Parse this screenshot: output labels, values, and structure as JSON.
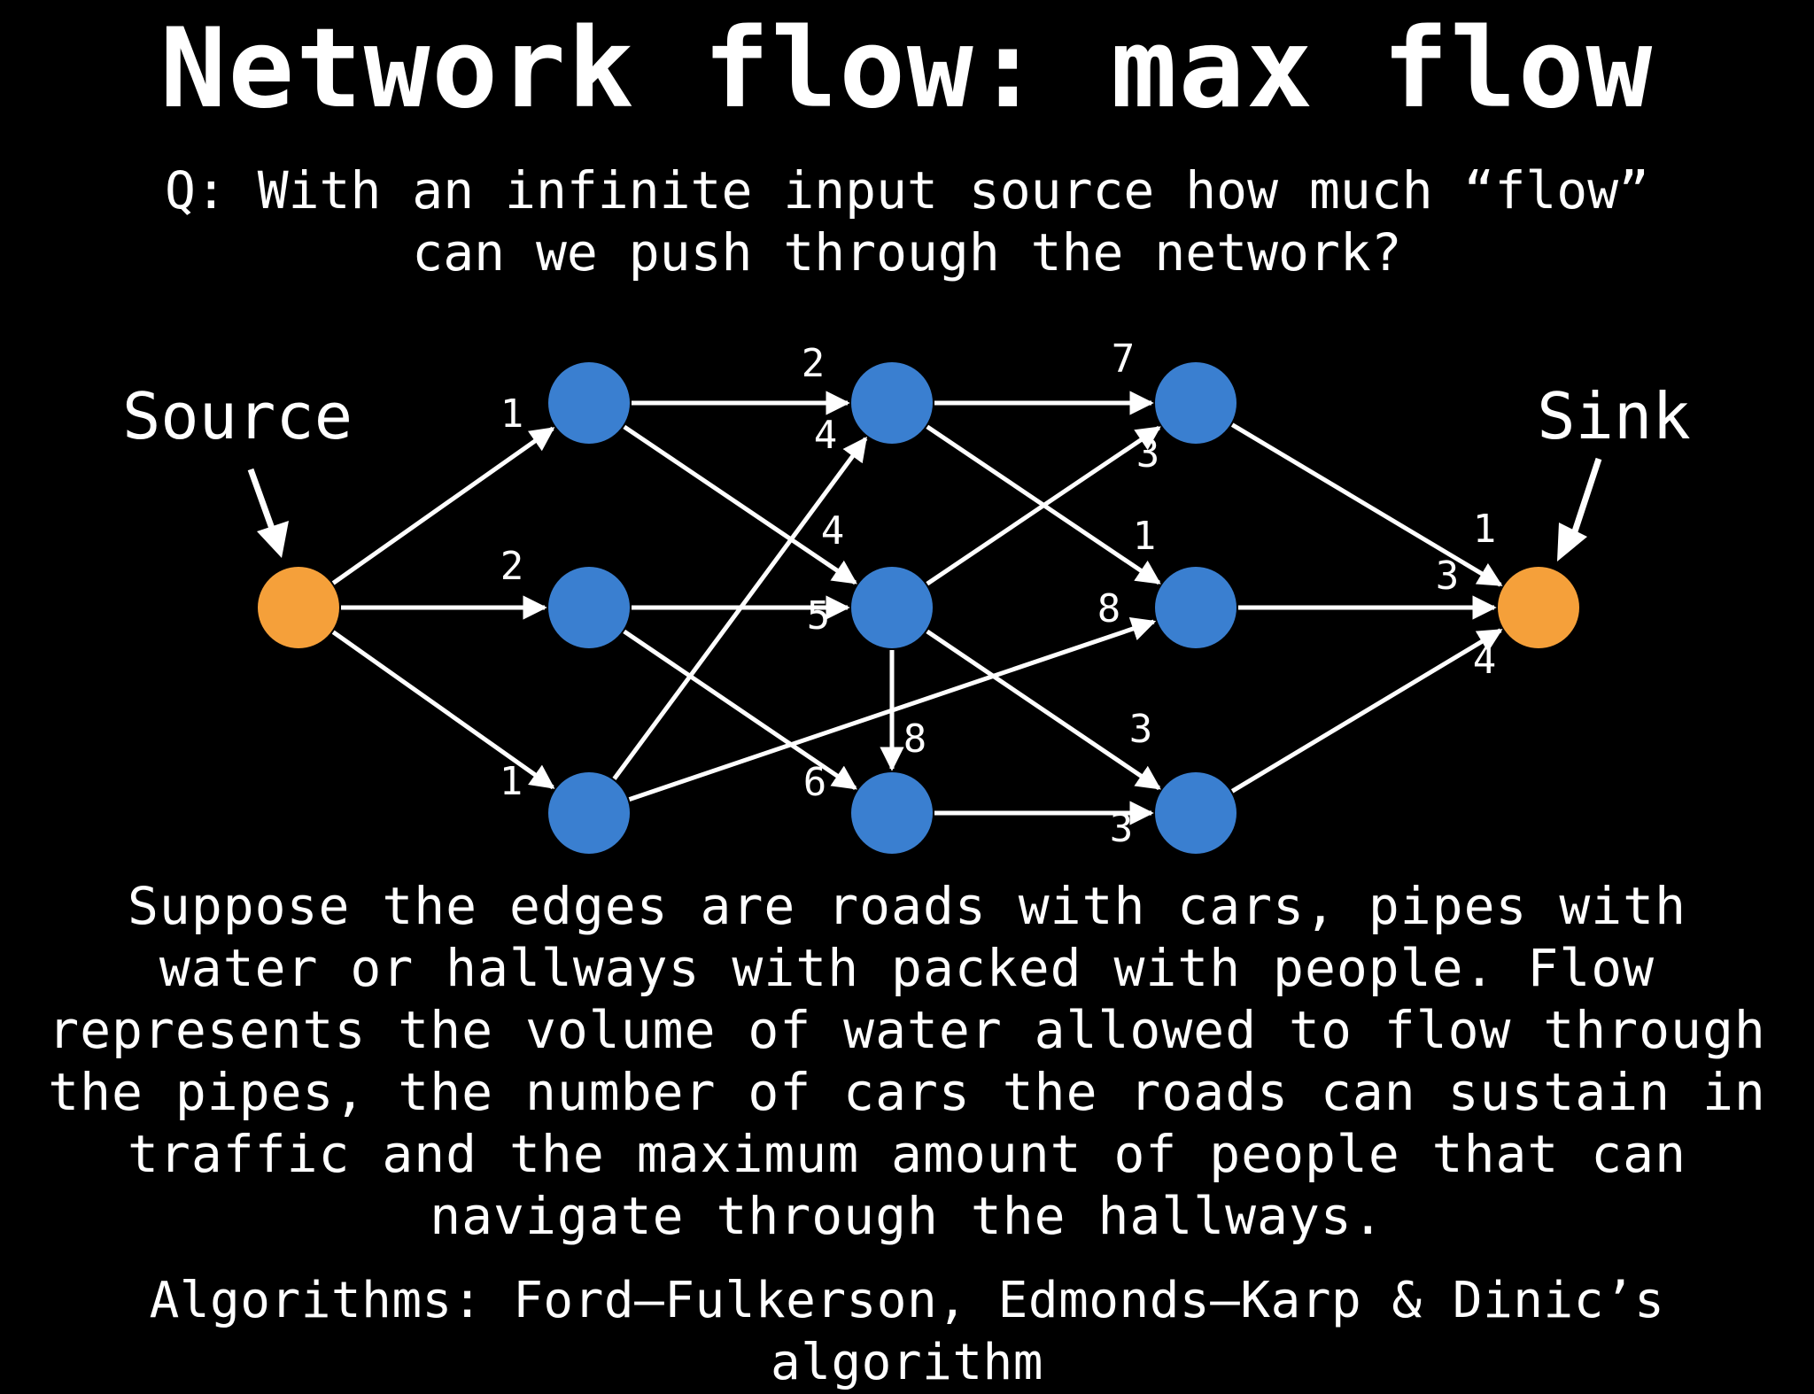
{
  "title": "Network flow: max flow",
  "question": "Q: With an infinite input source how much “flow”\ncan we push through the network?",
  "labels": {
    "source": "Source",
    "sink": "Sink"
  },
  "colors": {
    "background": "#000000",
    "terminal_node": "#F5A03A",
    "inner_node": "#3A7FD0",
    "edge": "#FFFFFF",
    "text": "#FFFFFF"
  },
  "nodes": [
    {
      "id": "s",
      "kind": "source"
    },
    {
      "id": "a1",
      "kind": "inner"
    },
    {
      "id": "a2",
      "kind": "inner"
    },
    {
      "id": "a3",
      "kind": "inner"
    },
    {
      "id": "b1",
      "kind": "inner"
    },
    {
      "id": "b2",
      "kind": "inner"
    },
    {
      "id": "b3",
      "kind": "inner"
    },
    {
      "id": "c1",
      "kind": "inner"
    },
    {
      "id": "c2",
      "kind": "inner"
    },
    {
      "id": "c3",
      "kind": "inner"
    },
    {
      "id": "t",
      "kind": "sink"
    }
  ],
  "edges": [
    {
      "from": "s",
      "to": "a1",
      "capacity": "1"
    },
    {
      "from": "s",
      "to": "a2",
      "capacity": "2"
    },
    {
      "from": "s",
      "to": "a3",
      "capacity": "1"
    },
    {
      "from": "a1",
      "to": "b1",
      "capacity": "2"
    },
    {
      "from": "a1",
      "to": "b2",
      "capacity": "4"
    },
    {
      "from": "a2",
      "to": "b2",
      "capacity": "5"
    },
    {
      "from": "a2",
      "to": "b3",
      "capacity": "6"
    },
    {
      "from": "a3",
      "to": "b1",
      "capacity": "4"
    },
    {
      "from": "a3",
      "to": "c2",
      "capacity": "8"
    },
    {
      "from": "b1",
      "to": "c1",
      "capacity": "7"
    },
    {
      "from": "b1",
      "to": "c2",
      "capacity": "1"
    },
    {
      "from": "b2",
      "to": "c1",
      "capacity": "3"
    },
    {
      "from": "b2",
      "to": "b3",
      "capacity": "8"
    },
    {
      "from": "b2",
      "to": "c3",
      "capacity": "3"
    },
    {
      "from": "b3",
      "to": "c3",
      "capacity": "3"
    },
    {
      "from": "c1",
      "to": "t",
      "capacity": "1"
    },
    {
      "from": "c2",
      "to": "t",
      "capacity": "3"
    },
    {
      "from": "c3",
      "to": "t",
      "capacity": "4"
    }
  ],
  "description": "Suppose the edges are roads with cars, pipes with\nwater or hallways with packed with people. Flow\nrepresents the volume of water allowed to flow through\nthe pipes, the number of cars the roads can sustain in\ntraffic and the maximum amount of people that can\nnavigate through the hallways.",
  "algorithms": "Algorithms: Ford–Fulkerson, Edmonds–Karp & Dinic’s algorithm"
}
